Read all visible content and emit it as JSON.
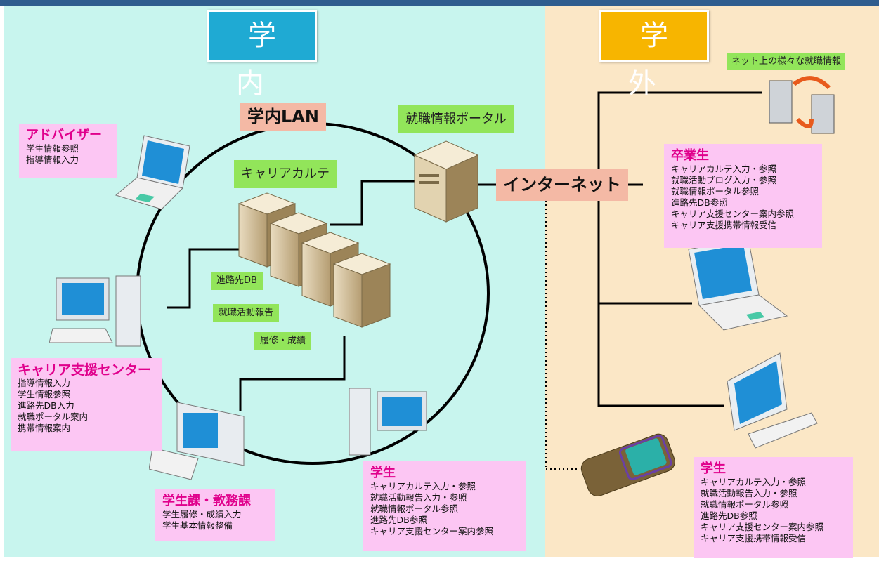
{
  "zones": {
    "inside": {
      "title": "学 内",
      "color": "#1faad3"
    },
    "outside": {
      "title": "学 外",
      "color": "#f7b500"
    }
  },
  "network": {
    "lan_label": "学内LAN",
    "internet_label": "インターネット",
    "portal_label": "就職情報ポータル",
    "karte_label": "キャリアカルテ",
    "web_info_label": "ネット上の様々な就職情報",
    "db_labels": [
      "進路先DB",
      "就職活動報告",
      "履修・成績"
    ]
  },
  "panels": {
    "advisor": {
      "title": "アドバイザー",
      "lines": [
        "学生情報参照",
        "指導情報入力"
      ]
    },
    "career_center": {
      "title": "キャリア支援センター",
      "lines": [
        "指導情報入力",
        "学生情報参照",
        "進路先DB入力",
        "就職ポータル案内",
        "携帯情報案内"
      ]
    },
    "student_affairs": {
      "title": "学生課・教務課",
      "lines": [
        "学生履修・成績入力",
        "学生基本情報整備"
      ]
    },
    "student_inside": {
      "title": "学生",
      "lines": [
        "キャリアカルテ入力・参照",
        "就職活動報告入力・参照",
        "就職情報ポータル参照",
        "進路先DB参照",
        "キャリア支援センター案内参照"
      ]
    },
    "graduate": {
      "title": "卒業生",
      "lines": [
        "キャリアカルテ入力・参照",
        "就職活動ブログ入力・参照",
        "就職情報ポータル参照",
        "進路先DB参照",
        "キャリア支援センター案内参照",
        "キャリア支援携帯情報受信"
      ]
    },
    "student_outside": {
      "title": "学生",
      "lines": [
        "キャリアカルテ入力・参照",
        "就職活動報告入力・参照",
        "就職情報ポータル参照",
        "進路先DB参照",
        "キャリア支援センター案内参照",
        "キャリア支援携帯情報受信"
      ]
    }
  },
  "colors": {
    "panel_bg": "#fcc6f3",
    "panel_title": "#e0008c",
    "tag_green": "#92e55a",
    "tag_salmon": "#f4b9a5",
    "inside_bg": "#c8f5ee",
    "outside_bg": "#fbe7c6"
  }
}
